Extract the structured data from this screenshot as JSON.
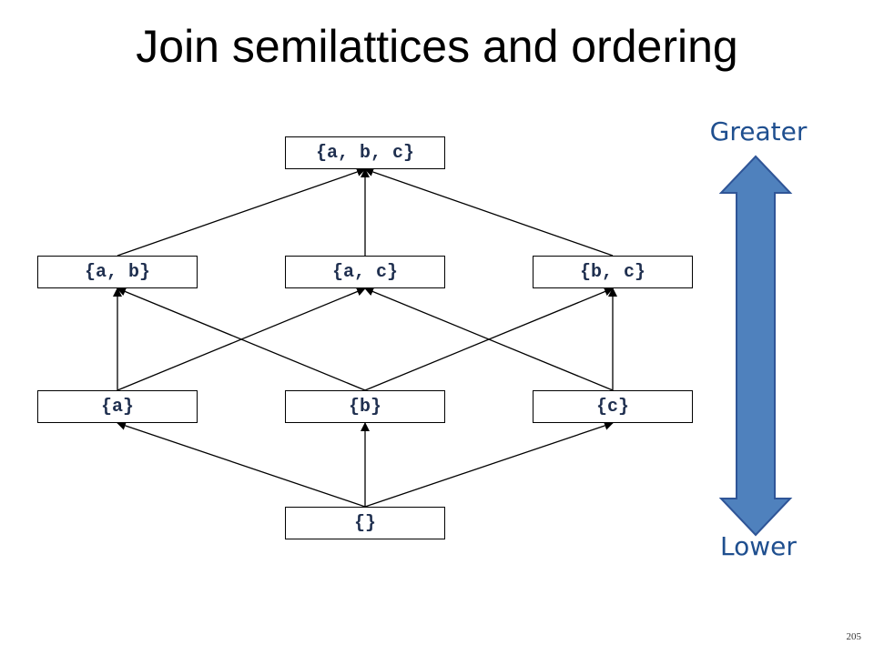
{
  "title": "Join semilattices and ordering",
  "nodes": {
    "abc": "{a, b, c}",
    "ab": "{a, b}",
    "ac": "{a, c}",
    "bc": "{b, c}",
    "a": "{a}",
    "b": "{b}",
    "c": "{c}",
    "empty": "{}"
  },
  "edges": [
    [
      "ab",
      "abc"
    ],
    [
      "ac",
      "abc"
    ],
    [
      "bc",
      "abc"
    ],
    [
      "a",
      "ab"
    ],
    [
      "a",
      "ac"
    ],
    [
      "b",
      "ab"
    ],
    [
      "b",
      "bc"
    ],
    [
      "c",
      "ac"
    ],
    [
      "c",
      "bc"
    ],
    [
      "empty",
      "a"
    ],
    [
      "empty",
      "b"
    ],
    [
      "empty",
      "c"
    ]
  ],
  "scale": {
    "greater": "Greater",
    "lower": "Lower",
    "arrow_color": "#4f81bd",
    "arrow_border": "#2f5597"
  },
  "page_number": "205"
}
